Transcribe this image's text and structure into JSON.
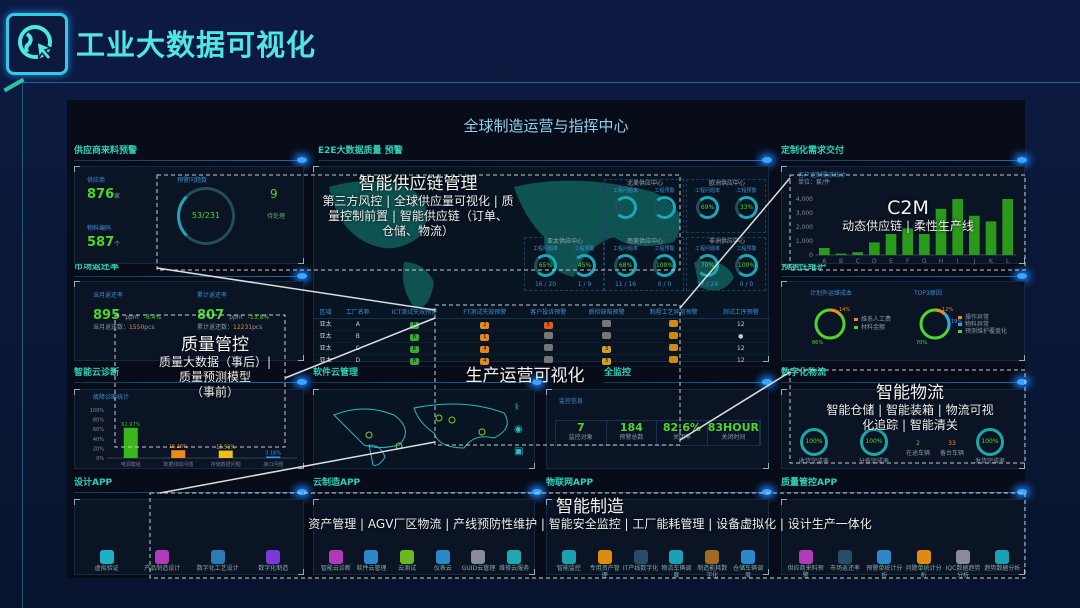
{
  "header": {
    "title": "工业大数据可视化",
    "logo_icon": "globe-cursor-icon"
  },
  "screen": {
    "title": "全球制造运营与指挥中心"
  },
  "panels": {
    "supplier": {
      "title": "供应商来料预警",
      "supplier_label": "供应商",
      "supplier_value": "876",
      "supplier_unit": "家",
      "material_label": "物料编码",
      "material_value": "587",
      "material_unit": "个",
      "ring_label": "预警问题数",
      "ring_value": "53/231",
      "alert_value": "9",
      "alert_label": "待处理"
    },
    "market": {
      "title": "市场返还率",
      "month_label": "当月返还率",
      "month_value": "895",
      "month_unit": "ppm",
      "month_change": "-8.4%",
      "total_label": "累计返还率",
      "total_value": "807",
      "total_unit": "ppm",
      "total_change": "-13.8%",
      "month_count_label": "当月返还数：",
      "month_count": "1550",
      "month_count_unit": "pcs",
      "total_count_label": "累计返还数：",
      "total_count": "12231",
      "total_count_unit": "pcs"
    },
    "diagnosis": {
      "title": "智能云诊断",
      "chart_title": "故障诊断统计"
    },
    "e2e": {
      "title": "E2E大数据质量 预警",
      "centers": [
        {
          "name": "北美供应中心",
          "k1": "工程问题率",
          "k2": "工程预警",
          "v1": "",
          "v2": "",
          "f1": "",
          "f2": ""
        },
        {
          "name": "欧洲供应中心",
          "k1": "工程问题率",
          "k2": "工程预警",
          "v1": "69%",
          "v2": "33%",
          "f1": "",
          "f2": ""
        },
        {
          "name": "亚太供应中心",
          "k1": "工程问题率",
          "k2": "工程预警",
          "v1": "65%",
          "v2": "45%",
          "f1": "16 / 20",
          "f2": "1 / 9"
        },
        {
          "name": "南美供应中心",
          "k1": "工程问题率",
          "k2": "工程预警",
          "v1": "68%",
          "v2": "100%",
          "f1": "11 / 16",
          "f2": "0 / 0"
        },
        {
          "name": "非洲供应中心",
          "k1": "工程问题率",
          "k2": "工程预警",
          "v1": "70%",
          "v2": "100%",
          "f1": "17 / 24",
          "f2": "0 / 0"
        }
      ],
      "table": {
        "headers": [
          "区域",
          "工厂名称",
          "ICT测试失效预警",
          "FT测试失效预警",
          "客户投诉预警",
          "质检缺陷预警",
          "制程工艺异常预警",
          "测试工序预警"
        ],
        "rows": [
          [
            "亚太",
            "A",
            "8",
            "2",
            "5",
            "",
            "",
            "12"
          ],
          [
            "亚太",
            "B",
            "8",
            "1",
            "",
            "",
            "",
            "●"
          ],
          [
            "亚太",
            "C",
            "8",
            "4",
            "",
            "3",
            "",
            "12"
          ],
          [
            "亚太",
            "D",
            "8",
            "4",
            "",
            "3",
            "",
            "12"
          ]
        ]
      }
    },
    "software": {
      "title": "软件云管理"
    },
    "monitor": {
      "title": "全监控",
      "sub": "监控信息",
      "stats": [
        {
          "v": "7",
          "l": "监控对象"
        },
        {
          "v": "184",
          "l": "预警总数"
        },
        {
          "v": "82.6%",
          "l": "关闭率"
        },
        {
          "v": "83HOUR",
          "l": "关闭时间"
        }
      ]
    },
    "custom": {
      "title": "定制化需求交付",
      "chart_title": "客户定制需求统计",
      "unit": "单位：套/件"
    },
    "maintenance": {
      "title": "预测性维护",
      "left_title": "计划外运维成本",
      "right_title": "TOP3原因",
      "left_legend": [
        "维系人工费",
        "材料金额"
      ],
      "right_legend": [
        "操作异常",
        "物料异常",
        "预测维护覆盖化"
      ],
      "left_p1": "14%",
      "left_p2": "86%",
      "right_p1": "12%",
      "right_p2": "19%",
      "right_p3": "70%"
    },
    "logistics": {
      "title": "数字化物流",
      "rings": [
        {
          "v": "100%",
          "l": "收货完成率"
        },
        {
          "v": "100%",
          "l": "分拣完成率"
        },
        {
          "v": "100%",
          "l": "发货完成率"
        }
      ],
      "mid": [
        {
          "v": "2",
          "l": "在途车辆"
        },
        {
          "v": "33",
          "l": "备台车辆"
        }
      ]
    },
    "design_app": {
      "title": "设计APP",
      "apps": [
        {
          "l": "虚拟验证",
          "c": "#1fb0c8"
        },
        {
          "l": "产品制造设计",
          "c": "#b03ab8"
        },
        {
          "l": "数字化工艺设计",
          "c": "#2c7ab8"
        },
        {
          "l": "数字化制造",
          "c": "#7a3ad8"
        }
      ]
    },
    "cloud_app": {
      "title": "云制造APP",
      "apps": [
        {
          "l": "智能云诊断",
          "c": "#b03ab8"
        },
        {
          "l": "软件云管理",
          "c": "#2a88c8"
        },
        {
          "l": "云测试",
          "c": "#6cb820"
        },
        {
          "l": "仪表云",
          "c": "#2a88c8"
        },
        {
          "l": "GUID云管理",
          "c": "#8a8a9a"
        },
        {
          "l": "维修云服务",
          "c": "#20a8b0"
        }
      ]
    },
    "iot_app": {
      "title": "物联网APP",
      "apps": [
        {
          "l": "智能监控",
          "c": "#1aa0b0"
        },
        {
          "l": "专用资产管理",
          "c": "#e08a10"
        },
        {
          "l": "IT产线数字化",
          "c": "#2a4a6a"
        },
        {
          "l": "物流车辆调度",
          "c": "#1aa0b0"
        },
        {
          "l": "制造能耗数字化",
          "c": "#a06a20"
        },
        {
          "l": "仓储车辆调度",
          "c": "#2a88c8"
        }
      ]
    },
    "quality_app": {
      "title": "质量管控APP",
      "apps": [
        {
          "l": "供应商来料预警",
          "c": "#b03ab8"
        },
        {
          "l": "市场返还率",
          "c": "#2a4a6a"
        },
        {
          "l": "预警单统计分析",
          "c": "#2a88c8"
        },
        {
          "l": "问题单统计分析",
          "c": "#e08a10"
        },
        {
          "l": "IQC数据趋势分析",
          "c": "#8a8a9a"
        },
        {
          "l": "趋势数据分析",
          "c": "#1aa0b0"
        }
      ]
    }
  },
  "overlays": {
    "supply_chain": {
      "title": "智能供应链管理",
      "sub1": "第三方风控 | 全球供应量可视化 | 质量控制前置 | 智能供应链（订单、",
      "sub2": "仓储、物流）"
    },
    "quality": {
      "title": "质量管控",
      "sub1": "质量大数据（事后）|",
      "sub2": "质量预测模型",
      "sub3": "（事前）"
    },
    "c2m": {
      "title": "C2M",
      "sub1": "动态供应链 | 柔性生产线"
    },
    "production": {
      "title": "生产运营可视化"
    },
    "logistics": {
      "title": "智能物流",
      "sub1": "智能仓储 | 智能装箱 | 物流可视",
      "sub2": "化追踪 | 智能清关"
    },
    "manufacturing": {
      "title": "智能制造",
      "sub1": "资产管理 | AGV厂区物流 | 产线预防性维护 | 智能安全监控 | 工厂能耗管理 | 设备虚拟化 |  设计生产一体化"
    }
  },
  "colors": {
    "accent": "#4fe6e6",
    "green": "#4ed62a",
    "orange": "#f08a1a",
    "blue": "#3aa6ff"
  },
  "chart_data": [
    {
      "type": "bar",
      "title": "客户定制需求统计",
      "categories": [
        "A",
        "B",
        "C",
        "D",
        "E",
        "F",
        "G",
        "H",
        "I",
        "J",
        "K",
        "L"
      ],
      "values": [
        500,
        100,
        200,
        900,
        1500,
        1900,
        1500,
        3300,
        4000,
        2800,
        2400,
        4000
      ],
      "ylim": [
        0,
        4000
      ],
      "yticks": [
        "0",
        "1,000",
        "2,000",
        "3,000",
        "4,000"
      ]
    },
    {
      "type": "bar",
      "title": "故障诊断统计",
      "categories": [
        "电源模组",
        "数据线缆问题",
        "存储数据问题",
        "接口问题"
      ],
      "values": [
        62.97,
        16.26,
        15.51,
        3.16
      ],
      "labels": [
        "62.97%",
        "16.26%",
        "15.51%",
        "3.16%"
      ],
      "ylim": [
        0,
        100
      ],
      "yticks": [
        "0%",
        "20%",
        "40%",
        "60%",
        "80%",
        "100%"
      ]
    }
  ]
}
